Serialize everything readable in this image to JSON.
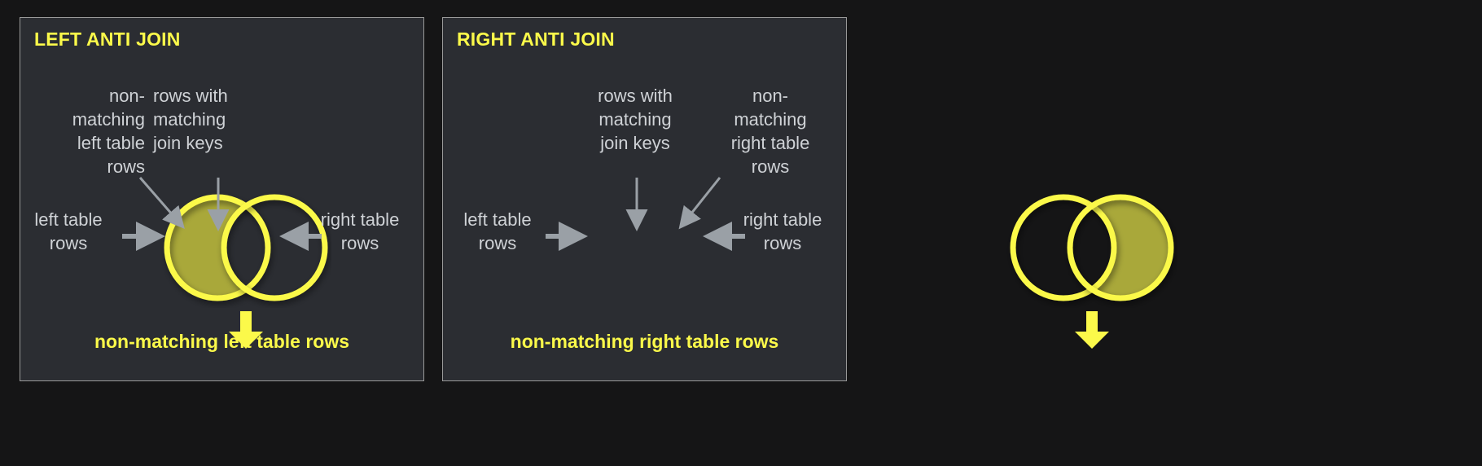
{
  "page": {
    "background_color": "#151516",
    "panel_background_color": "#2b2d32",
    "panel_border_color": "#9a9a9a",
    "accent_yellow": "#fbf94a",
    "fill_olive": "#a9a83a",
    "annotation_text_color": "#cfd2d6",
    "connector_color": "#9aa0a6"
  },
  "panels": [
    {
      "id": "left-anti-join",
      "title": "LEFT ANTI JOIN",
      "annotations": {
        "non_matching": "non-\nmatching\nleft table\nrows",
        "rows_with_matching": "rows with\nmatching\njoin keys",
        "left_table": "left table\nrows",
        "right_table": "right table\nrows"
      },
      "venn": {
        "filled_side": "left",
        "intersection_filled": false,
        "circle_stroke": "#fbf94a",
        "fill": "#a9a83a"
      },
      "result_caption": "non-matching left table rows"
    },
    {
      "id": "right-anti-join",
      "title": "RIGHT ANTI JOIN",
      "annotations": {
        "rows_with_matching": "rows with\nmatching\njoin keys",
        "non_matching": "non-\nmatching\nright table\nrows",
        "left_table": "left table\nrows",
        "right_table": "right table\nrows"
      },
      "venn": {
        "filled_side": "right",
        "intersection_filled": false,
        "circle_stroke": "#fbf94a",
        "fill": "#a9a83a"
      },
      "result_caption": "non-matching right table rows"
    }
  ],
  "icons": {
    "down_arrow": "down-arrow-icon",
    "pointer_arrow": "pointer-arrow-icon"
  }
}
